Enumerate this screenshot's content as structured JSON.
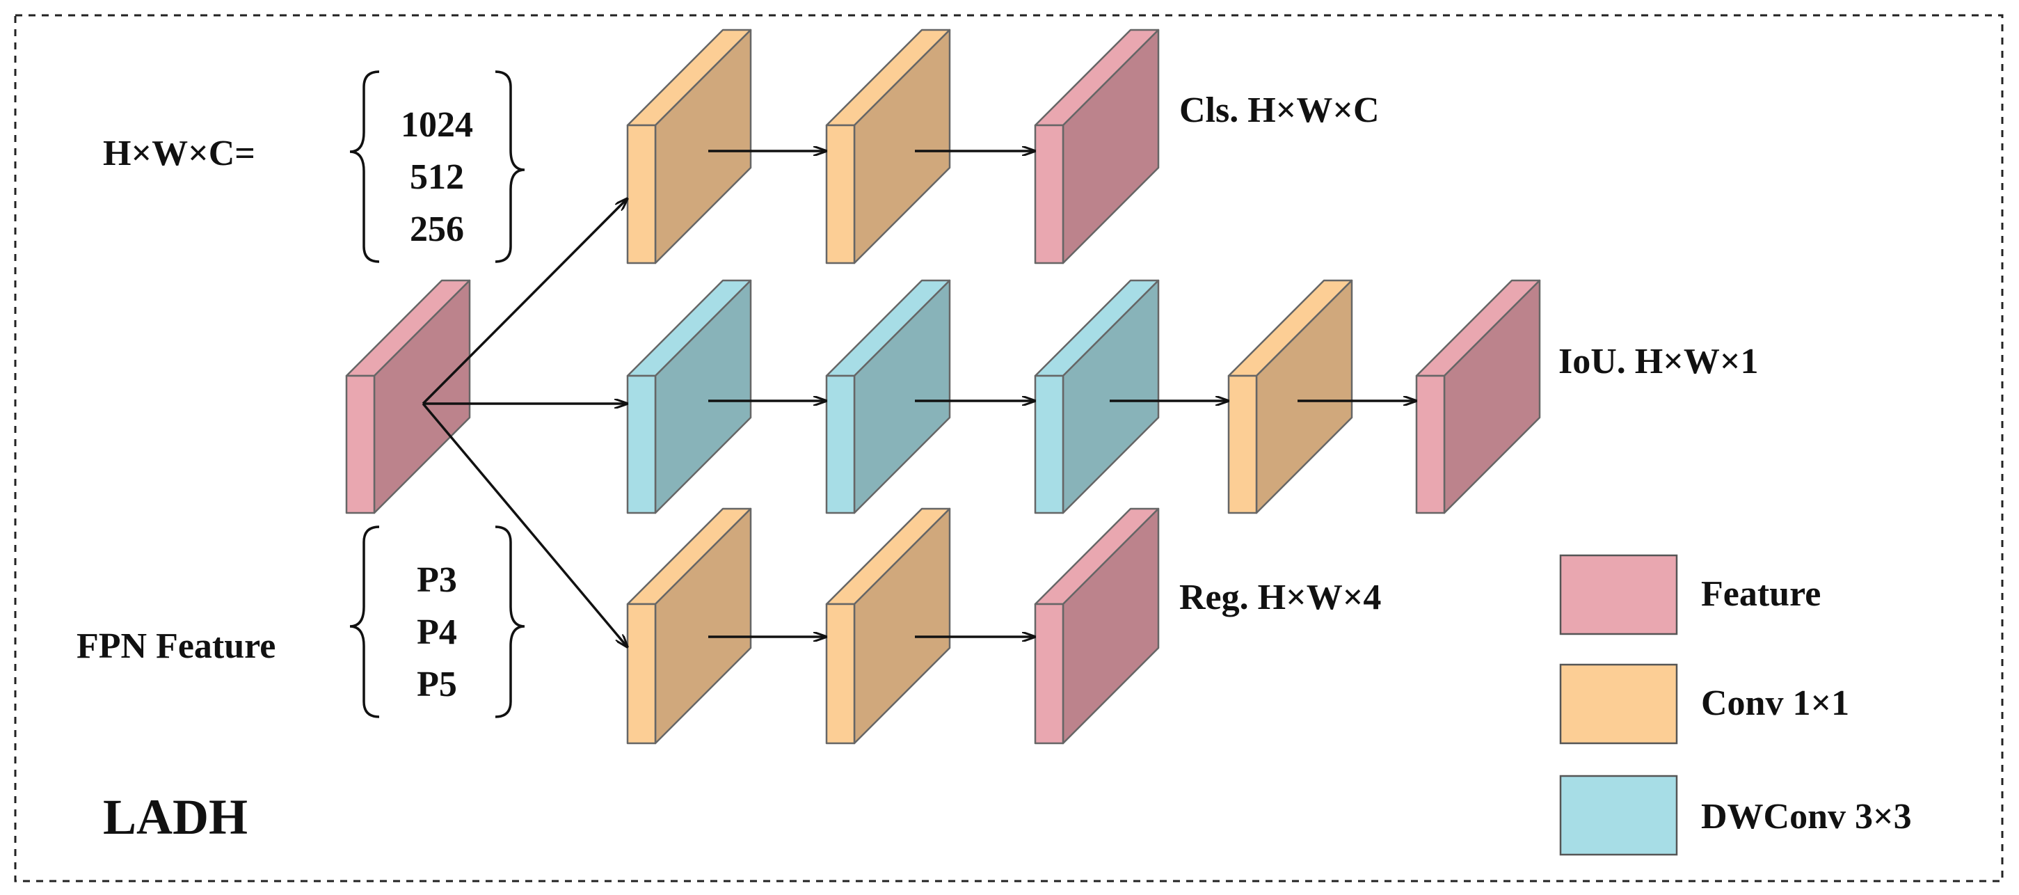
{
  "title": "LADH",
  "input_dims": {
    "label": "H×W×C=",
    "values": [
      "1024",
      "512",
      "256"
    ]
  },
  "fpn": {
    "label": "FPN Feature",
    "levels": [
      "P3",
      "P4",
      "P5"
    ]
  },
  "outputs": {
    "cls": "Cls. H×W×C",
    "iou": "IoU. H×W×1",
    "reg": "Reg. H×W×4"
  },
  "legend": [
    {
      "label": "Feature",
      "color": "#E9A7B0"
    },
    {
      "label": "Conv 1×1",
      "color": "#FCCE95"
    },
    {
      "label": "DWConv 3×3",
      "color": "#A7DDE6"
    }
  ],
  "colors": {
    "feature_front": "#E9A7B0",
    "feature_side": "#BC838C",
    "conv_front": "#FCCE95",
    "conv_side": "#D0A87C",
    "dwconv_front": "#A7DDE6",
    "dwconv_side": "#88B3B9"
  }
}
